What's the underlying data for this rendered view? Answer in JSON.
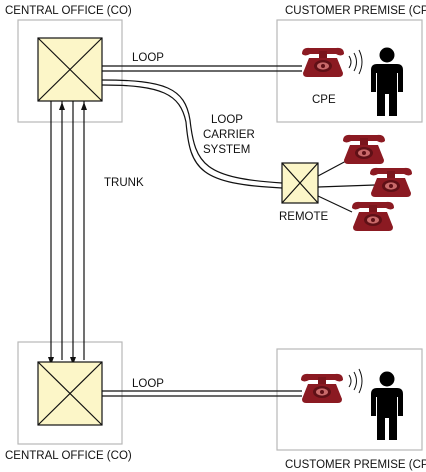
{
  "labels": {
    "co_top": "CENTRAL OFFICE (CO)",
    "cp_top": "CUSTOMER PREMISE (CP)",
    "loop_top": "LOOP",
    "cpe": "CPE",
    "carrier_line1": "LOOP",
    "carrier_line2": "CARRIER",
    "carrier_line3": "SYSTEM",
    "trunk": "TRUNK",
    "remote": "REMOTE",
    "loop_bottom": "LOOP",
    "co_bottom": "CENTRAL OFFICE (CO)",
    "cp_bottom": "CUSTOMER PREMISE (CP)"
  },
  "icons": {
    "telephone": "telephone-icon",
    "person": "person-icon",
    "switch": "switch-icon",
    "sound_waves": "sound-waves-icon"
  },
  "colors": {
    "phone": "#8b1a22",
    "phone_dark": "#5f1016",
    "switch_fill": "#fcf6c8",
    "box_border": "#b8b8b8",
    "line": "#111111",
    "person": "#000000"
  }
}
